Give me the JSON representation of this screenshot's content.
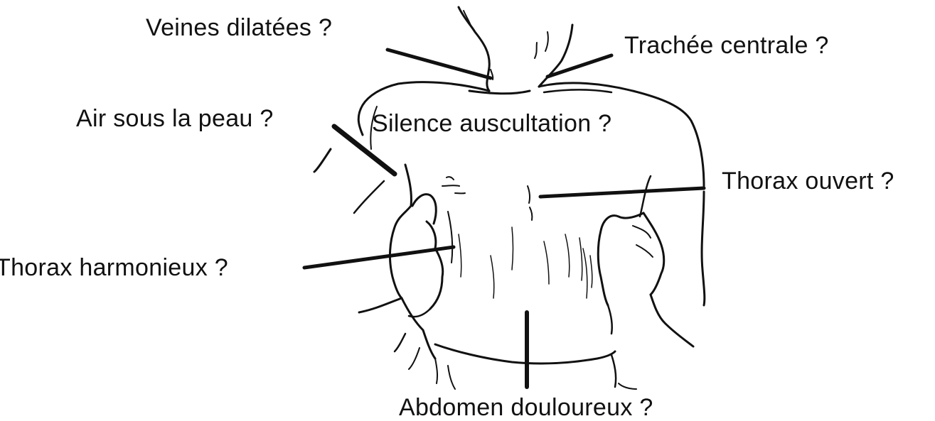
{
  "labels": {
    "veines": "Veines dilatées ?",
    "trachee": "Trachée centrale ?",
    "air": "Air sous la peau ?",
    "silence": "Silence auscultation ?",
    "ouvert": "Thorax ouvert ?",
    "harmonieux": "Thorax harmonieux ?",
    "abdomen": "Abdomen douloureux ?"
  },
  "colors": {
    "ink": "#111111",
    "background": "#ffffff"
  }
}
